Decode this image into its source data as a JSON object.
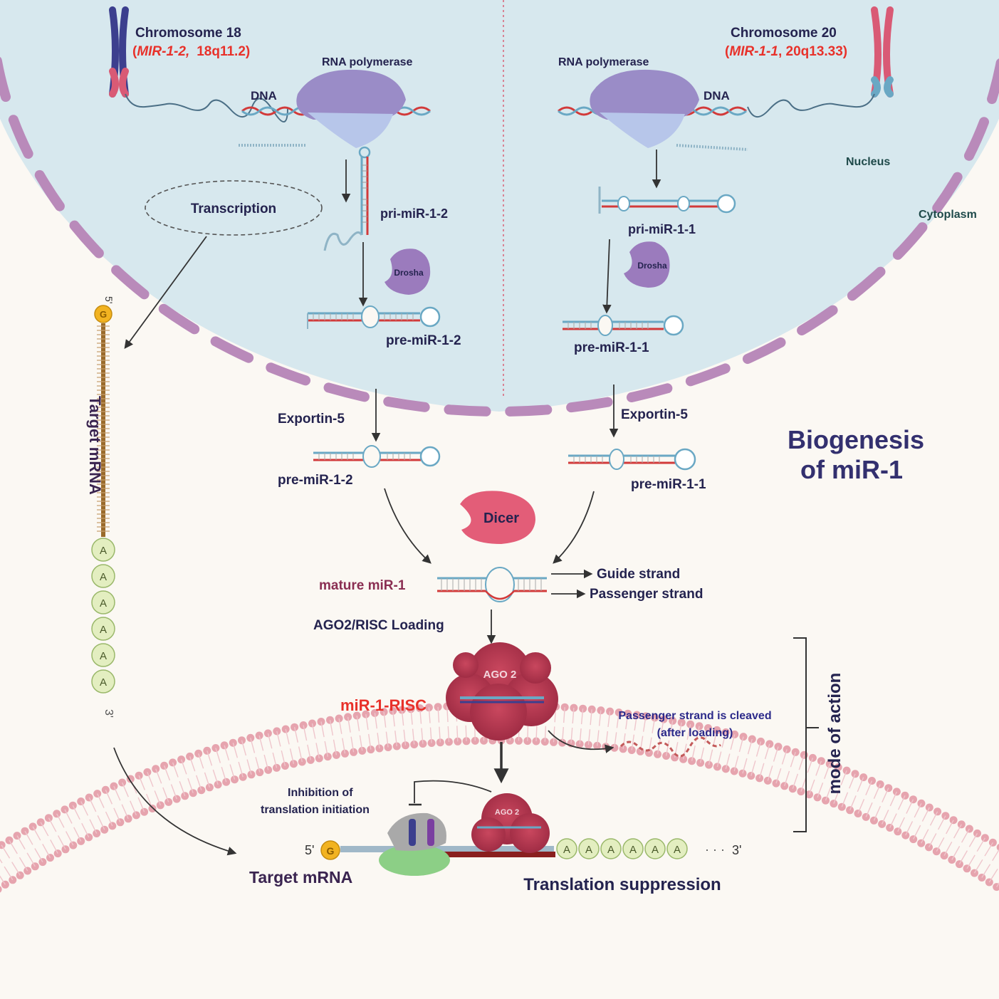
{
  "labels": {
    "chromosome_left_title": "Chromosome 18",
    "chromosome_left_gene": "MIR-1-2,",
    "chromosome_left_locus": "18q11.2)",
    "chromosome_right_title": "Chromosome 20",
    "chromosome_right_gene": "MIR-1-1",
    "chromosome_right_locus": ", 20q13.33)",
    "open_paren": "(",
    "rna_polymerase": "RNA polymerase",
    "dna": "DNA",
    "nucleus": "Nucleus",
    "cytoplasm": "Cytoplasm",
    "transcription": "Transcription",
    "pri_mir_1_2": "pri-miR-1-2",
    "pri_mir_1_1": "pri-miR-1-1",
    "drosha": "Drosha",
    "pre_mir_1_2": "pre-miR-1-2",
    "pre_mir_1_1": "pre-miR-1-1",
    "exportin_5": "Exportin-5",
    "dicer": "Dicer",
    "mature_mir_1": "mature miR-1",
    "guide_strand": "Guide strand",
    "passenger_strand": "Passenger strand",
    "ago2_risc_loading": "AGO2/RISC Loading",
    "ago2": "AGO 2",
    "mir_1_risc": "miR-1-RISC",
    "passenger_cleaved_1": "Passenger strand is cleaved",
    "passenger_cleaved_2": "(after loading)",
    "mode_of_action": "mode of action",
    "biogenesis_1": "Biogenesis",
    "biogenesis_2": "of miR-1",
    "inhibition_1": "Inhibition of",
    "inhibition_2": "translation initiation",
    "target_mrna": "Target mRNA",
    "translation_suppression": "Translation suppression",
    "five_prime": "5'",
    "three_prime": "3'",
    "cap": "G",
    "poly_a": "A"
  },
  "colors": {
    "nucleus_fill": "#d7e8ee",
    "membrane_dash": "#b98aba",
    "cytoplasm_bg": "#fbf8f3",
    "text_navy": "#24234f",
    "text_red": "#e8312a",
    "text_teal": "#1f4a4a",
    "polymerase": "#9a8cc7",
    "drosha": "#9b7bbd",
    "dicer": "#e35d78",
    "ago2": "#b5334c",
    "cap_orange": "#f2b321",
    "poly_a_green": "#e3eec0",
    "rna_red": "#d23a3a",
    "rna_blue": "#6aa8c4"
  }
}
